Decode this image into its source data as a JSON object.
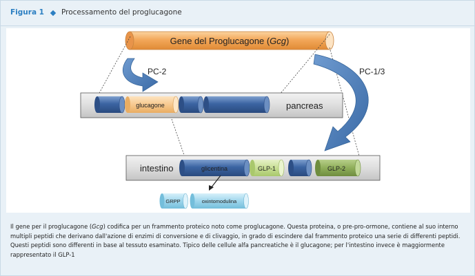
{
  "header": {
    "figure_label": "Figura 1",
    "title": "Processamento del proglucagone"
  },
  "diagram": {
    "gene_label_prefix": "Gene del Proglucagone (",
    "gene_label_italic": "Gcg",
    "gene_label_suffix": ")",
    "pc2_label": "PC-2",
    "pc13_label": "PC-1/3",
    "pancreas_label": "pancreas",
    "glucagone_label": "glucagone",
    "intestino_label": "intestino",
    "glicentina_label": "glicentina",
    "glp1_label": "GLP-1",
    "glp2_label": "GLP-2",
    "grpp_label": "GRPP",
    "oxinto_label": "oxintomodulina"
  },
  "caption": {
    "text_before_italic": "Il gene per il proglucagone (",
    "italic": "Gcg",
    "text_after_italic": ") codifica per un frammento proteico noto come proglucagone. Questa proteina, o pre-pro-ormone, contiene al suo interno multipli peptidi che derivano dall'azione di enzimi di conversione e di clivaggio, in grado di escindere dal frammento proteico una serie di differenti peptidi. Questi peptidi sono differenti in base al tessuto esaminato. Tipico delle cellule alfa pancreatiche è il glucagone; per l'intestino invece è maggiormente rappresentato il GLP-1"
  },
  "colors": {
    "accent": "#2c7fc2",
    "gene_orange": "#f3a85a",
    "dark_blue": "#3b64a2",
    "light_orange": "#f7c98f",
    "light_green": "#c8df94",
    "olive_green": "#8fae5a",
    "light_cyan": "#9fd6ec",
    "arrow_blue": "#4b7fb8"
  }
}
